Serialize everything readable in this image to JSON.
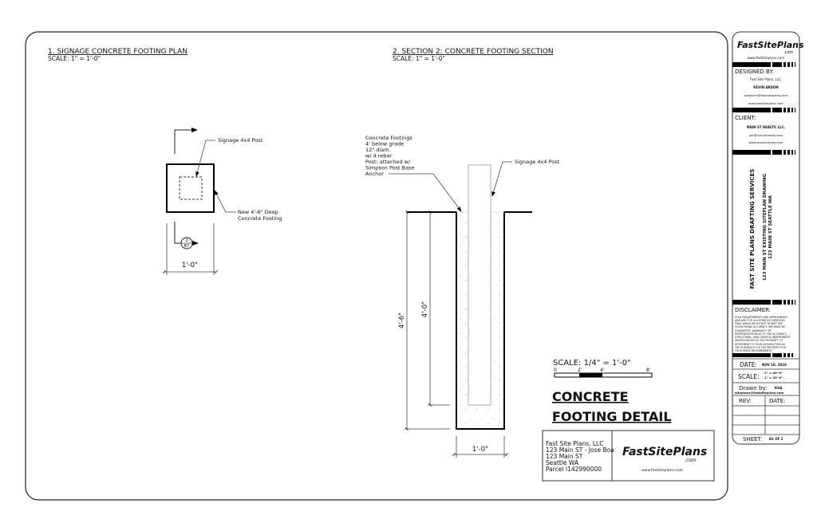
{
  "plan": {
    "title": "1.  SIGNAGE CONCRETE FOOTING PLAN",
    "scale": "SCALE: 1\" = 1'-0\"",
    "post_label": "Signage 4x4 Post",
    "footing_label_1": "New 4'-6\" Deep",
    "footing_label_2": "Concrete Footing",
    "section_ref_top": "2",
    "section_ref_bottom": "B7",
    "width_dim": "1'-0\""
  },
  "section": {
    "title": "2.  SECTION 2: CONCRETE FOOTING SECTION",
    "scale": "SCALE: 1\" = 1'-0\"",
    "note_lines": [
      "Concrete Footings",
      "4' below grade",
      "12\" diam.",
      "w/ 4 rebar",
      "Post: attached w/",
      "Simpson Post Base",
      "Anchor"
    ],
    "post_label": "Signage 4x4 Post",
    "depth_total": "4'-6\"",
    "depth_post": "4'-0\"",
    "width_dim": "1'-0\""
  },
  "scale_bar": {
    "label": "SCALE: 1/4\" = 1'-0\"",
    "ticks": [
      "0",
      "2'",
      "4'",
      "8'"
    ]
  },
  "detail_title": {
    "line1": "CONCRETE",
    "line2": "FOOTING DETAIL"
  },
  "info_box": {
    "lines": [
      "Fast Site Plans, LLC",
      "123 Main ST - Jose Boa",
      "123 Main ST",
      "Seattle WA",
      "Parcel I142990000"
    ],
    "logo": "FastSitePlans",
    "logo_suffix": ".com",
    "website": "www.fastsiteplans.com"
  },
  "title_block": {
    "logo": "FastSitePlans",
    "logo_suffix": ".com",
    "website": "www.fastsiteplans.com",
    "designed_by_label": "DESIGNED BY:",
    "designer_company": "Fast Site Plans, LLC.",
    "designer_name": "KEVIN ARDON",
    "designer_email": "siteplans@fastsiteplans.com",
    "designer_website": "www.fastsiteplans.com",
    "client_label": "CLIENT:",
    "client_name": "MAIN ST REALTY, LLC.",
    "client_email": "joe@mainstrealty.com",
    "client_website": "www.mainstrealty.com",
    "company_title": "FAST SITE PLANS DRAFTING SERVICES",
    "project_line1": "123 MAIN ST EXISTING SITEPLAN DRAWING",
    "project_line2": "123 MAIN ST SEATTLE WA",
    "disclaimer_label": "DISCLAIMER:",
    "disclaimer_lines": [
      "PLAN REQUIREMENTS ARE APPROXIMATE",
      "AND ARE FOR ILLUSTRATIVE PURPOSES",
      "ONLY. WHILE WE DO NOT DOUBT THE",
      "FLOOR PLANS ACCURACY, WE MAKE NO",
      "GUARANTEE, WARRANTY OR",
      "REPRESENTATION AS TO THE ACCURACY,",
      "STRUCTURAL, AND CAREFUL INDEPENDENT",
      "INVESTIGATION OF THE PROPERTY TO",
      "DETERMINE TO YOUR SATISFACTION AS",
      "THE SUITABILITY OF THE PROPERTY FOR",
      "YOUR SPACE REQUIREMENTS."
    ],
    "date_label": "DATE:",
    "date_value": "NOV 18, 2018",
    "scale_label": "SCALE:",
    "scale_value_1": "1\" = 40'-0\"",
    "scale_value_2": "1\" = 20'-0\"",
    "drawn_by_label": "Drawn by:",
    "drawn_by_value": "KGA",
    "drawn_by_email": "siteplans@fastsiteplans.com",
    "rev_label": "REV:",
    "rev_date_label": "DATE:",
    "sheet_label": "SHEET:",
    "sheet_value": "B1 OF 2"
  }
}
